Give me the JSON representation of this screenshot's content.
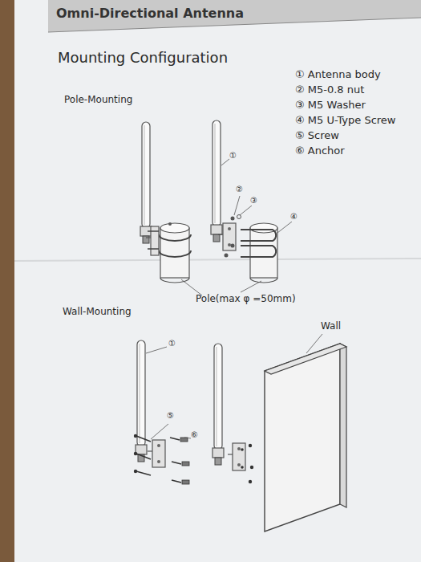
{
  "diagram": {
    "title": "Omni-Directional Antenna",
    "labels": [
      "Mounting Configuration",
      "Pole-Mounting",
      "① Antenna body",
      "② M5-0.8 nut",
      "③ M5 Washer",
      "④ M5 U-Type Screw",
      "⑤ Screw",
      "⑥ Anchor",
      "①",
      "②",
      "③",
      "④",
      "Pole(max φ =50mm)",
      "Wall-Mounting",
      "Wall",
      "①",
      "⑤",
      "⑥"
    ]
  }
}
